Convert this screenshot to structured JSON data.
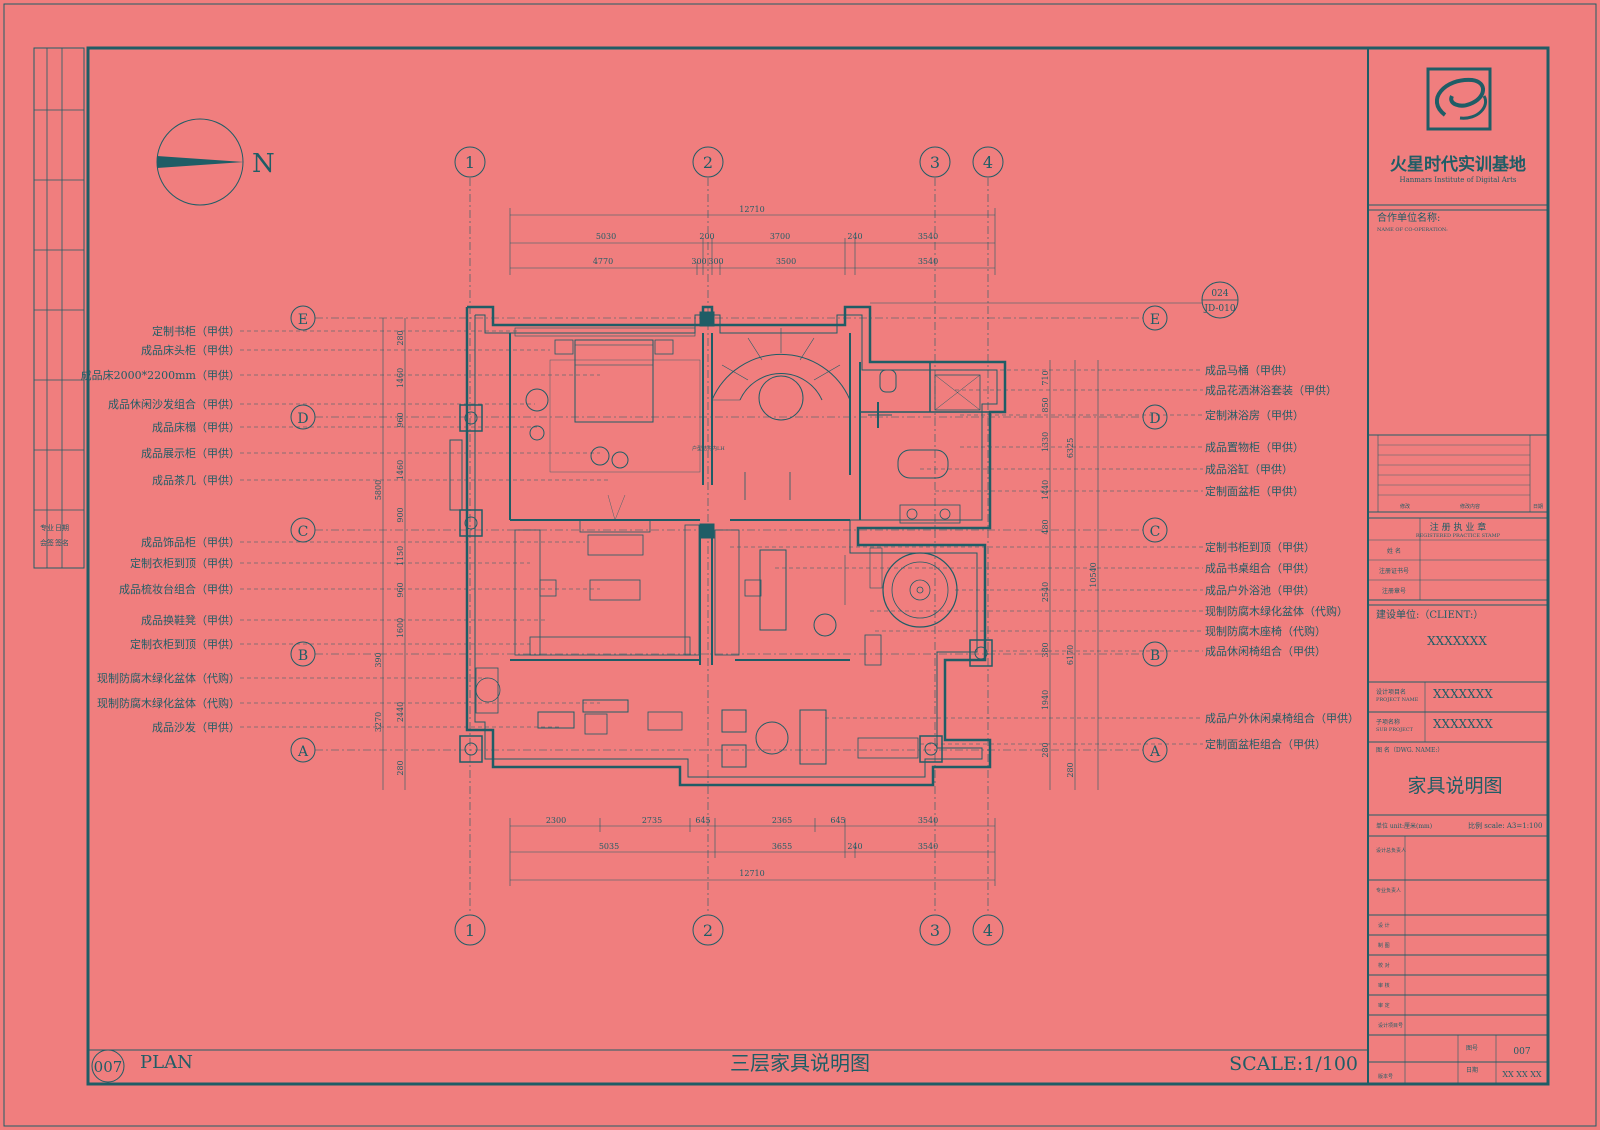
{
  "colors": {
    "background": "#f07e7e",
    "ink": "#1f5d66"
  },
  "drawing": {
    "number": "007",
    "plan": "PLAN",
    "title": "三层家具说明图",
    "scale": "SCALE:1/100"
  },
  "north": "N",
  "grid_top": [
    "1",
    "2",
    "3",
    "4"
  ],
  "grid_bottom": [
    "1",
    "2",
    "3",
    "4"
  ],
  "grid_left": [
    "E",
    "D",
    "C",
    "B",
    "A"
  ],
  "grid_right": [
    "E",
    "D",
    "C",
    "B",
    "A"
  ],
  "dims_top": {
    "overall": "12710",
    "row1": [
      "5030",
      "200",
      "3700",
      "240",
      "3540"
    ],
    "row2": [
      "4770",
      "300",
      "300",
      "3500",
      "3540"
    ]
  },
  "dims_bottom": {
    "overall": "12710",
    "row1": [
      "2300",
      "2735",
      "645",
      "2365",
      "645",
      "3540"
    ],
    "row2": [
      "5035",
      "3655",
      "240",
      "3540"
    ]
  },
  "dims_left": [
    "280",
    "1460",
    "960",
    "1460",
    "900",
    "1150",
    "960",
    "1600",
    "2440",
    "280",
    "5800",
    "390",
    "3270"
  ],
  "dims_right": [
    "710",
    "850",
    "1330",
    "1440",
    "480",
    "2540",
    "380",
    "1940",
    "280",
    "6325",
    "10540",
    "6170",
    "280"
  ],
  "callout": {
    "top": "024",
    "bottom": "JD-010"
  },
  "stair_label": "户型结构内LH",
  "labels_left": [
    "定制书柜（甲供）",
    "成品床头柜（甲供）",
    "成品床2000*2200mm（甲供）",
    "成品休闲沙发组合（甲供）",
    "成品床榻（甲供）",
    "成品展示柜（甲供）",
    "成品茶几（甲供）",
    "成品饰品柜（甲供）",
    "定制衣柜到顶（甲供）",
    "成品梳妆台组合（甲供）",
    "成品换鞋凳（甲供）",
    "定制衣柜到顶（甲供）",
    "现制防腐木绿化盆体（代购）",
    "现制防腐木绿化盆体（代购）",
    "成品沙发（甲供）"
  ],
  "labels_right": [
    "成品马桶（甲供）",
    "成品花洒淋浴套装（甲供）",
    "定制淋浴房（甲供）",
    "成品置物柜（甲供）",
    "成品浴缸（甲供）",
    "定制面盆柜（甲供）",
    "定制书柜到顶（甲供）",
    "成品书桌组合（甲供）",
    "成品户外浴池（甲供）",
    "现制防腐木绿化盆体（代购）",
    "现制防腐木座椅（代购）",
    "成品休闲椅组合（甲供）",
    "成品户外休闲桌椅组合（甲供）",
    "定制面盆柜组合（甲供）"
  ],
  "title_block": {
    "company_cn": "火星时代实训基地",
    "company_en": "Hanmars Institute of Digital Arts",
    "cooperation": "合作单位名称:",
    "cooperation_en": "NAME OF CO-OPERATION:",
    "revision_headers": [
      "修改",
      "修改内容",
      "日期"
    ],
    "reg_title": "注 册 执 业 章",
    "reg_title_en": "REGISTERED PRACTICE STAMP",
    "reg_rows": [
      "姓    名",
      "注册证书号",
      "注册章号"
    ],
    "client_label": "建设单位:（CLIENT:）",
    "client": "XXXXXXX",
    "project_label": "设计项目名",
    "project_label_en": "PROJECT NAME",
    "project": "XXXXXXX",
    "sub_label": "子项名称",
    "sub_label_en": "SUB PROJECT",
    "sub": "XXXXXXX",
    "dwg_label": "图    名（DWG. NAME:）",
    "dwg_name": "家具说明图",
    "unit": "单位 unit:厘米(mm)",
    "scale": "比例 scale: A3=1:100",
    "roles": [
      "设计总负责人",
      "专业负责人",
      "设    计",
      "制    图",
      "校    对",
      "审    核",
      "审    定",
      "设计项目号"
    ],
    "drawing_no_label": "图号",
    "drawing_no": "007",
    "date_label": "日期",
    "date": "XX XX XX",
    "version_label": "版本号"
  },
  "left_strip": [
    "专业",
    "会签",
    "日期",
    "签名"
  ]
}
